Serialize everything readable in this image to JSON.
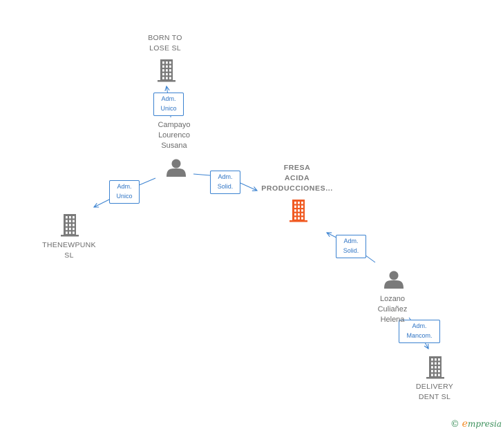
{
  "nodes": [
    {
      "id": "born",
      "type": "company",
      "label": "BORN TO\nLOSE  SL",
      "color": "#7a7a7a"
    },
    {
      "id": "campayo",
      "type": "person",
      "label": "Campayo\nLourenco\nSusana",
      "color": "#7a7a7a"
    },
    {
      "id": "fresa",
      "type": "company",
      "label": "FRESA\nACIDA\nPRODUCCIONES...",
      "color": "#f05a22",
      "focus": true
    },
    {
      "id": "thenewpunk",
      "type": "company",
      "label": "THENEWPUNK\nSL",
      "color": "#7a7a7a"
    },
    {
      "id": "lozano",
      "type": "person",
      "label": "Lozano\nCuliañez\nHelena",
      "color": "#7a7a7a"
    },
    {
      "id": "delivery",
      "type": "company",
      "label": "DELIVERY\nDENT SL",
      "color": "#7a7a7a"
    }
  ],
  "edges": [
    {
      "from": "campayo",
      "to": "born",
      "label": "Adm.\nUnico"
    },
    {
      "from": "campayo",
      "to": "thenewpunk",
      "label": "Adm.\nUnico"
    },
    {
      "from": "campayo",
      "to": "fresa",
      "label": "Adm.\nSolid."
    },
    {
      "from": "lozano",
      "to": "fresa",
      "label": "Adm.\nSolid."
    },
    {
      "from": "lozano",
      "to": "delivery",
      "label": "Adm.\nMancom."
    }
  ],
  "colors": {
    "edge": "#3b82d0",
    "icon": "#7a7a7a",
    "focus": "#f05a22"
  },
  "brand": {
    "copyright": "©",
    "initial": "e",
    "rest": "mpresia"
  }
}
